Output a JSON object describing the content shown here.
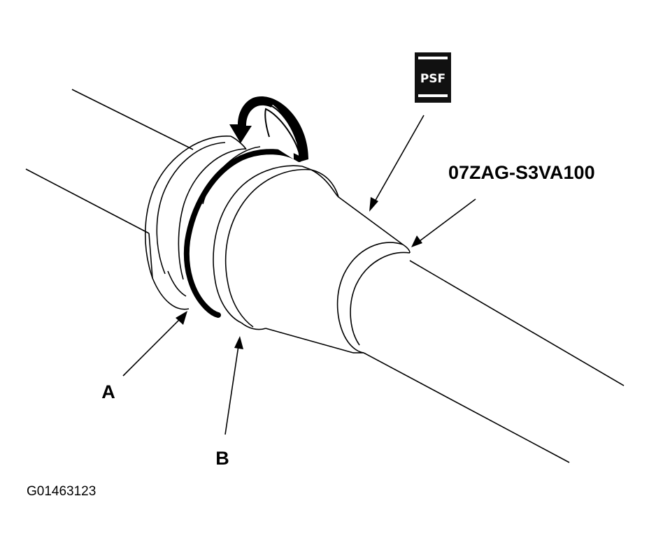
{
  "labels": {
    "part_a": "A",
    "part_b": "B",
    "tool_number": "07ZAG-S3VA100",
    "figure_id": "G01463123"
  },
  "psf_symbol": {
    "text": "PSF",
    "background_color": "#111111",
    "text_color": "#ffffff"
  },
  "colors": {
    "line": "#000000",
    "background": "#ffffff"
  }
}
